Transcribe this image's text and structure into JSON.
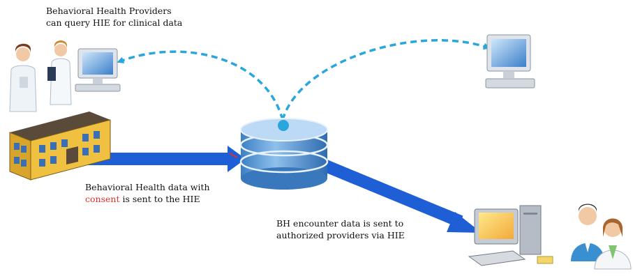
{
  "labels": {
    "query_line1": "Behavioral Health Providers",
    "query_line2": "can query HIE for clinical data",
    "sent_line1": "Behavioral Health  data with",
    "sent_consent": "consent",
    "sent_rest": " is sent to the HIE",
    "bh_line1": "BH encounter data is sent to",
    "bh_line2": "authorized providers via HIE"
  },
  "colors": {
    "arrow_blue": "#1f5fd6",
    "dash_blue": "#29a6de",
    "consent_red": "#e0302a",
    "db_blue": "#4d8fd1"
  },
  "icons": [
    "doctors-group-icon",
    "computer-icon",
    "hospital-building-icon",
    "hie-database-icon",
    "workstation-icon",
    "providers-icon"
  ]
}
